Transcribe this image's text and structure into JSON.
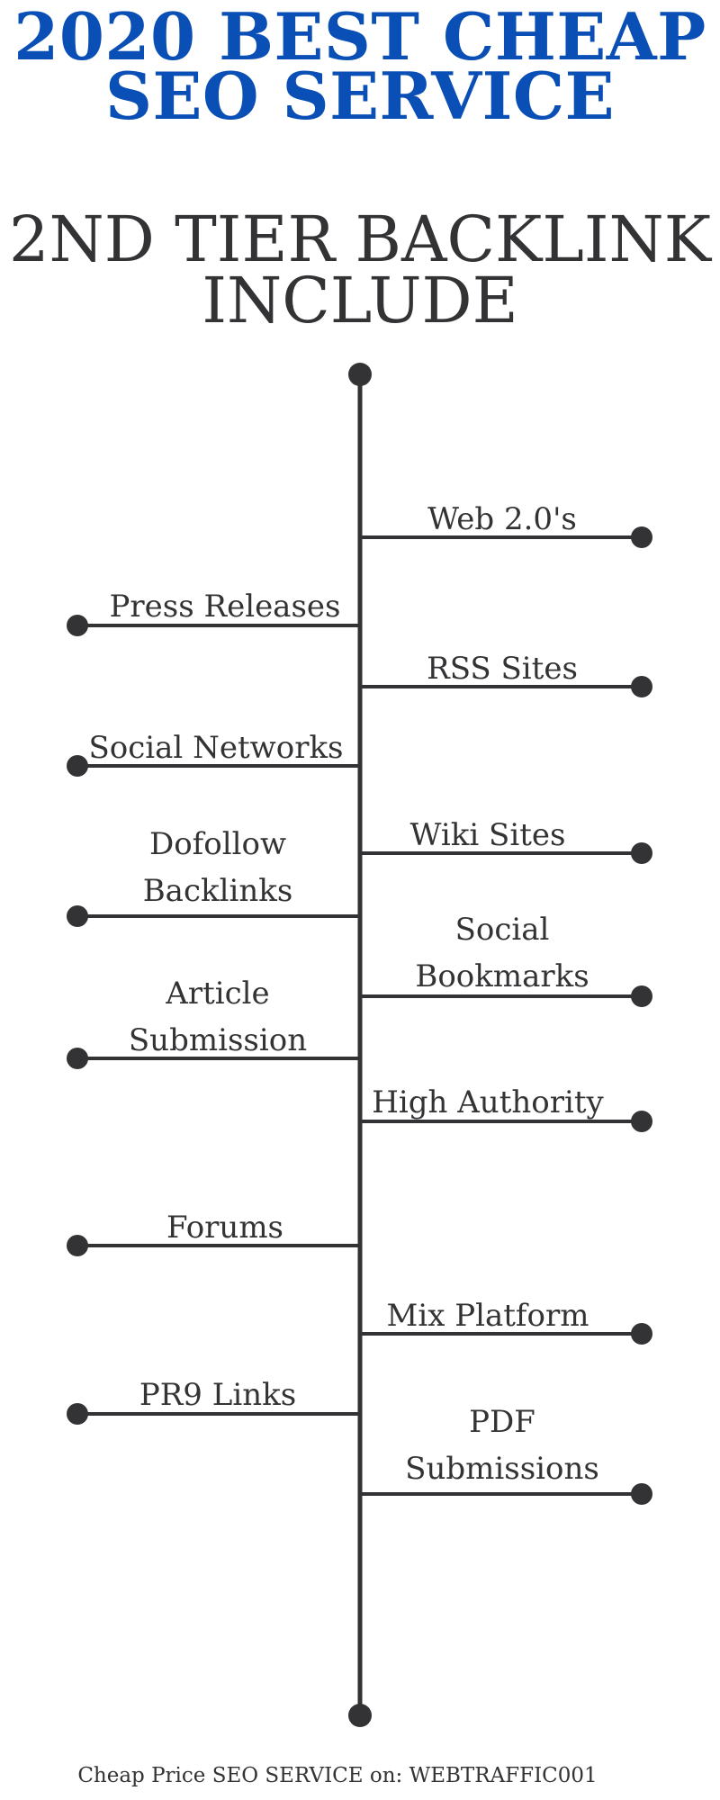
{
  "header": {
    "title_line1": "2020 BEST CHEAP",
    "title_line2": "SEO SERVICE",
    "subtitle_line1": "2ND TIER BACKLINK",
    "subtitle_line2": "INCLUDE"
  },
  "timeline": {
    "items": [
      {
        "label_line1": "Web 2.0's",
        "side": "right"
      },
      {
        "label_line1": "Press Releases",
        "side": "left"
      },
      {
        "label_line1": "RSS Sites",
        "side": "right"
      },
      {
        "label_line1": "Social Networks",
        "side": "left"
      },
      {
        "label_line1": "Wiki Sites",
        "side": "right"
      },
      {
        "label_line1": "Dofollow",
        "label_line2": "Backlinks",
        "side": "left"
      },
      {
        "label_line1": "Social",
        "label_line2": "Bookmarks",
        "side": "right"
      },
      {
        "label_line1": "Article",
        "label_line2": "Submission",
        "side": "left"
      },
      {
        "label_line1": "High Authority",
        "side": "right"
      },
      {
        "label_line1": "Forums",
        "side": "left"
      },
      {
        "label_line1": "Mix Platform",
        "side": "right"
      },
      {
        "label_line1": "PR9 Links",
        "side": "left"
      },
      {
        "label_line1": "PDF",
        "label_line2": "Submissions",
        "side": "right"
      }
    ]
  },
  "footer": {
    "text": "Cheap Price SEO SERVICE on: WEBTRAFFIC001"
  },
  "colors": {
    "title_blue": "#0a4fb5",
    "line_gray": "#333336"
  }
}
